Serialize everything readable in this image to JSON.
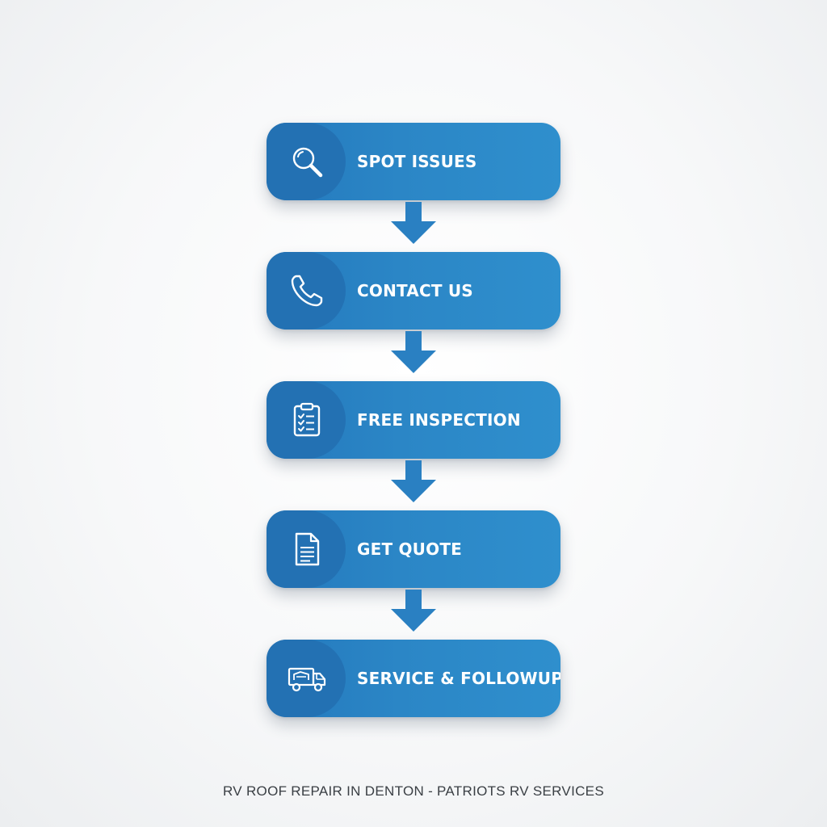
{
  "steps": [
    {
      "label": "SPOT ISSUES",
      "icon": "magnifier-icon"
    },
    {
      "label": "CONTACT US",
      "icon": "phone-icon"
    },
    {
      "label": "FREE INSPECTION",
      "icon": "clipboard-checklist-icon"
    },
    {
      "label": "GET QUOTE",
      "icon": "document-icon"
    },
    {
      "label": "SERVICE & FOLLOWUP",
      "icon": "truck-icon"
    }
  ],
  "footer": {
    "text": "RV ROOF REPAIR IN DENTON - PATRIOTS RV SERVICES"
  },
  "colors": {
    "box": "#2b86c6",
    "icon_panel": "#2371b3",
    "arrow": "#2a80c2",
    "label": "#ffffff",
    "footer_text": "#3a3f44",
    "background": "#f4f5f6"
  }
}
